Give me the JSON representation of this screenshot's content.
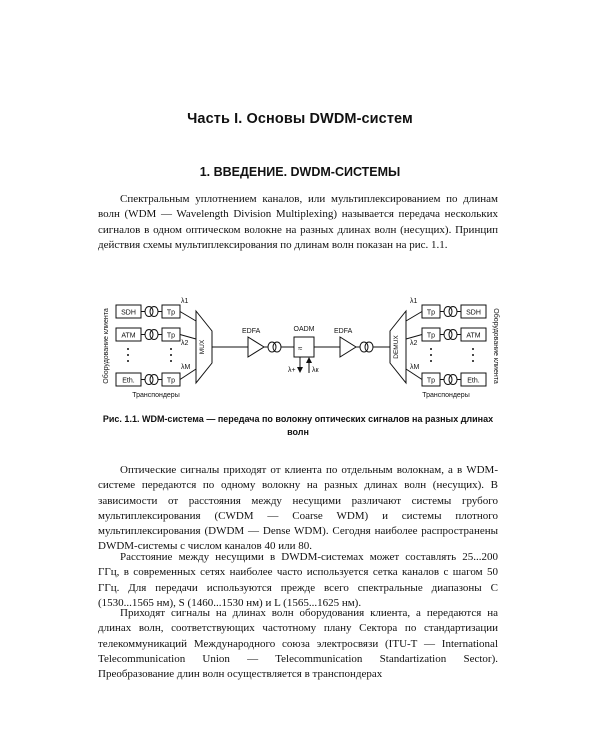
{
  "part_title": "Часть I. Основы DWDM-систем",
  "chapter_title": "1. ВВЕДЕНИЕ. DWDM-СИСТЕМЫ",
  "paragraphs": [
    "Спектральным уплотнением каналов, или мультиплексированием по длинам волн (WDM — Wavelength Division Multiplexing) называется передача нескольких сигналов в одном оптическом волокне на разных длинах волн (несущих). Принцип действия схемы мультиплексирования по длинам волн показан на рис. 1.1.",
    "Оптические сигналы приходят от клиента по отдельным волокнам, а в WDM-системе передаются по одному волокну на разных длинах волн (несущих). В зависимости от расстояния между несущими различают системы грубого мультиплексирования (CWDM — Coarse WDM) и системы плотного мультиплексирования (DWDM — Dense WDM). Сегодня наиболее распространены DWDM-системы с числом каналов 40 или 80.",
    "Расстояние между несущими в DWDM-системах может составлять 25...200 ГГц, в современных сетях наиболее часто используется сетка каналов с шагом 50 ГГц. Для передачи используются прежде всего спектральные диапазоны C (1530...1565 нм), S (1460...1530 нм) и L (1565...1625 нм).",
    "Приходят сигналы на длинах волн оборудования клиента, а передаются на длинах волн, соответствующих частотному плану Сектора по стандартизации телекоммуникаций Международного союза электросвязи (ITU-T — International Telecommunication Union — Telecommunication Standartization Sector). Преобразование длин волн осуществляется в транспондерах"
  ],
  "figure": {
    "side_label": "Оборудование клиента",
    "client_left": [
      "SDH",
      "ATM",
      "Eth."
    ],
    "client_right": [
      "SDH",
      "ATM",
      "Eth."
    ],
    "transponder": "Tp",
    "lambda_1": "λ1",
    "lambda_2": "λ2",
    "lambda_m": "λM",
    "lambda_plus": "λ+",
    "lambda_k": "λк",
    "mux": "MUX",
    "demux": "DEMUX",
    "edfa": "EDFA",
    "oadm": "OADM",
    "transponders_label": "Транспондеры",
    "caption": "Рис. 1.1. WDM-система — передача по волокну оптических сигналов на разных длинах волн"
  }
}
